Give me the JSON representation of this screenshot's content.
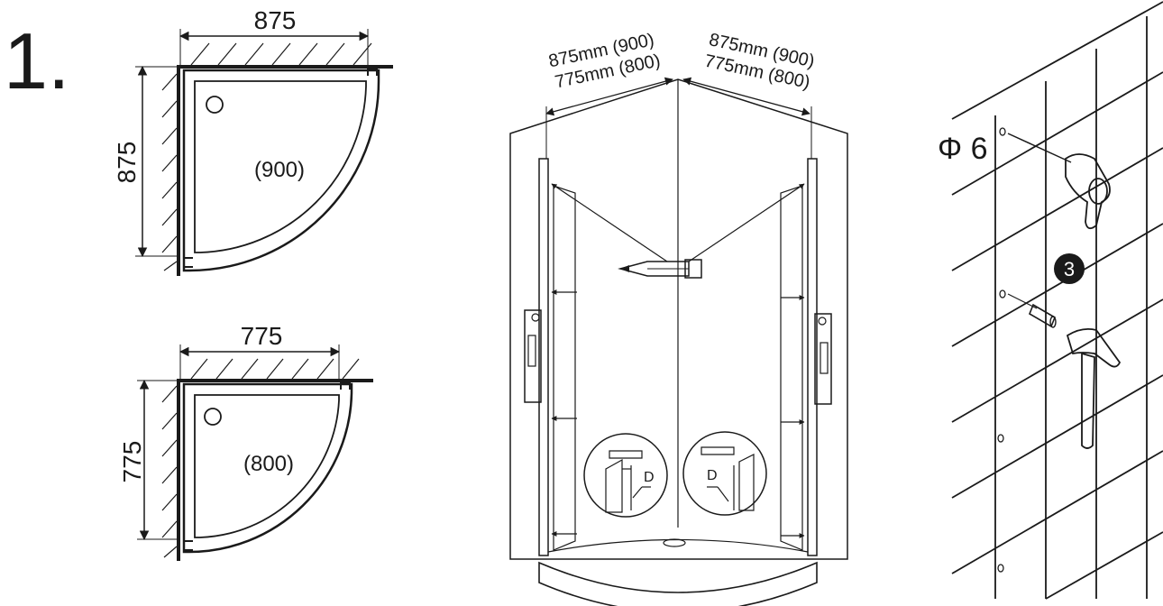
{
  "step": {
    "number": "1."
  },
  "tray_900": {
    "width_label": "875",
    "depth_label": "875",
    "size_label": "(900)"
  },
  "tray_800": {
    "width_label": "775",
    "depth_label": "775",
    "size_label": "(800)"
  },
  "enclosure": {
    "left_dims": [
      "875mm (900)",
      "775mm (800)"
    ],
    "right_dims": [
      "875mm (900)",
      "775mm (800)"
    ],
    "detail_left_label": "D",
    "detail_right_label": "D"
  },
  "wall": {
    "drill_label": "Φ 6",
    "part_number": "3"
  }
}
